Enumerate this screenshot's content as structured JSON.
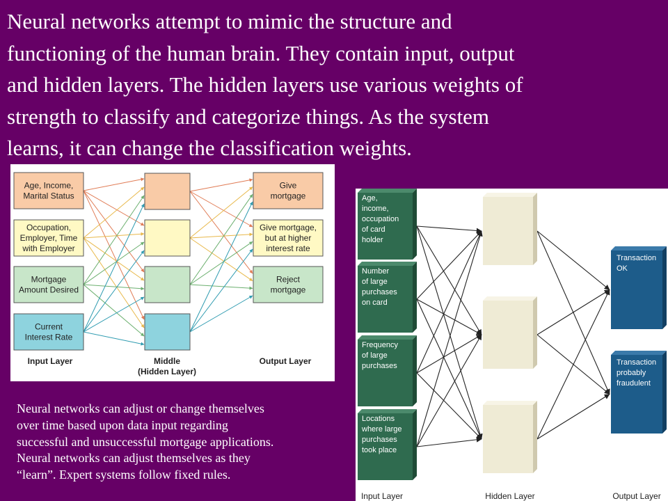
{
  "slide": {
    "title_lines": [
      "Neural networks attempt to mimic the structure and",
      "functioning of the human brain.  They contain input, output",
      "and hidden layers.  The hidden layers use various weights of",
      "strength  to classify and categorize things.  As the system",
      "learns,  it can change the classification weights."
    ],
    "caption_lines": [
      "Neural networks can adjust or change themselves",
      "over time based upon data input regarding",
      "successful and unsuccessful mortgage applications.",
      "Neural networks can adjust themselves as they",
      "“learn”.  Expert systems follow fixed rules."
    ]
  },
  "mortgage_diagram": {
    "inputs": [
      {
        "lines": [
          "Age, Income,",
          "Marital Status"
        ],
        "fill": "#F9CBA7",
        "edge": "#E07B54"
      },
      {
        "lines": [
          "Occupation,",
          "Employer, Time",
          "with Employer"
        ],
        "fill": "#FFF9C4",
        "edge": "#E8B84A"
      },
      {
        "lines": [
          "Mortgage",
          "Amount Desired"
        ],
        "fill": "#C8E6C9",
        "edge": "#6BAF6E"
      },
      {
        "lines": [
          "Current",
          "Interest Rate"
        ],
        "fill": "#8ED3DE",
        "edge": "#2E9BB0"
      }
    ],
    "hidden_fills": [
      "#F9CBA7",
      "#FFF9C4",
      "#C8E6C9",
      "#8ED3DE"
    ],
    "outputs": [
      {
        "lines": [
          "Give",
          "mortgage"
        ],
        "fill": "#F9CBA7"
      },
      {
        "lines": [
          "Give mortgage,",
          "but at higher",
          "interest rate"
        ],
        "fill": "#FFF9C4"
      },
      {
        "lines": [
          "Reject",
          "mortgage"
        ],
        "fill": "#C8E6C9"
      }
    ],
    "layer_labels": {
      "input": "Input Layer",
      "hidden": [
        "Middle",
        "(Hidden Layer)"
      ],
      "output": "Output Layer"
    }
  },
  "fraud_diagram": {
    "inputs": [
      [
        "Age,",
        "income,",
        "occupation",
        "of card",
        "holder"
      ],
      [
        "Number",
        "of large",
        "purchases",
        "on card"
      ],
      [
        "Frequency",
        "of large",
        "purchases"
      ],
      [
        "Locations",
        "where large",
        "purchases",
        "took place"
      ]
    ],
    "outputs": [
      [
        "Transaction",
        "OK"
      ],
      [
        "Transaction",
        "probably",
        "fraudulent"
      ]
    ],
    "layer_labels": {
      "input": "Input Layer",
      "hidden": "Hidden Layer",
      "output": "Output Layer"
    },
    "colors": {
      "input_fill": "#2F6B4F",
      "hidden_fill": "#EFEBD5",
      "output_fill": "#1D5C8A"
    }
  }
}
